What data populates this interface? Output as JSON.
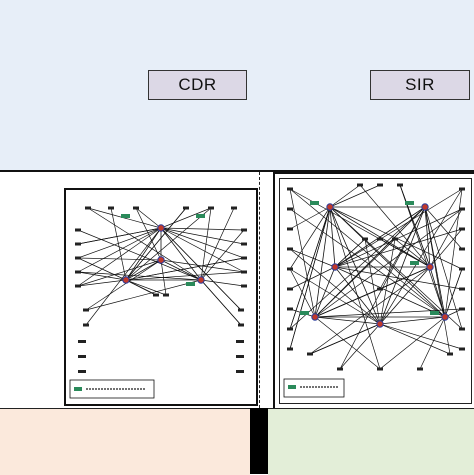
{
  "labels": {
    "left": "CDR",
    "right": "SIR"
  },
  "colors": {
    "top_panel": "#e7eef8",
    "label_box": "#dcd8e6",
    "bottom_left": "#fbe9dc",
    "bottom_right": "#e3eed8",
    "node_red": "#c0392b",
    "node_blue": "#2c3e9e",
    "tag_green": "#2a8a5a"
  },
  "diagrams": {
    "left": {
      "name": "cdr-network-diagram"
    },
    "right": {
      "name": "sir-network-diagram"
    }
  }
}
